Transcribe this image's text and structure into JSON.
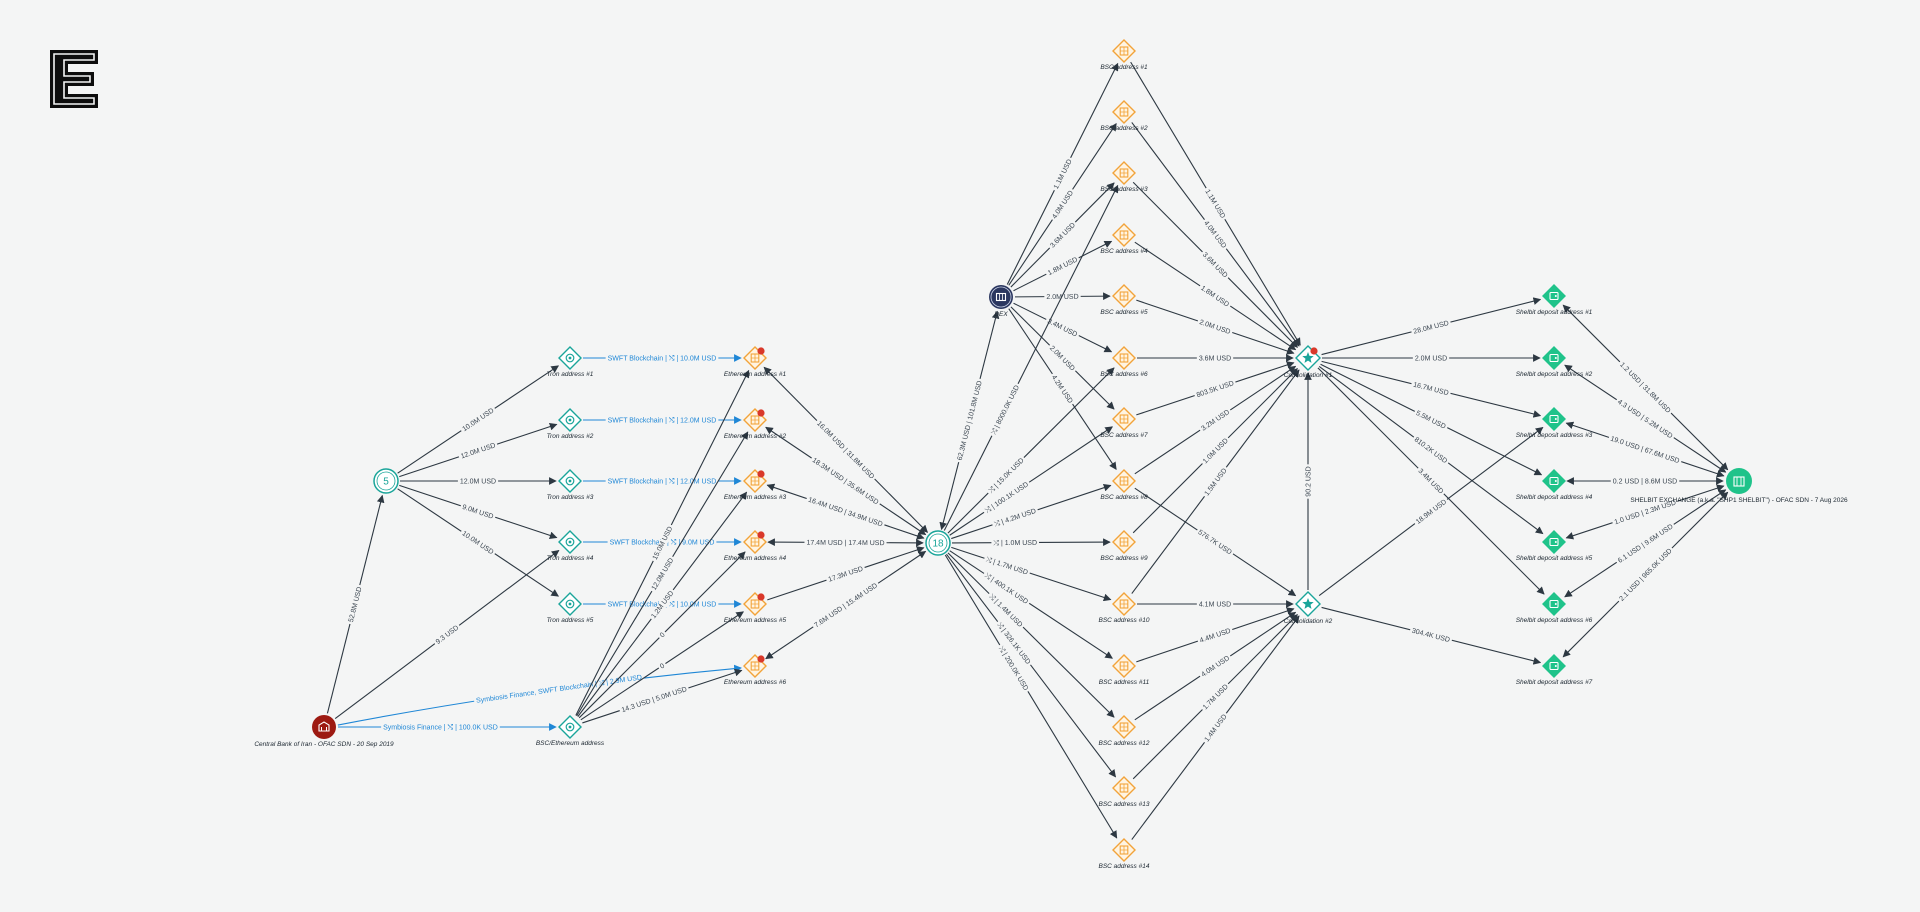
{
  "colors": {
    "edge": "#2d3842",
    "edge_blue": "#1f87d6",
    "orange": "#f2a33a",
    "orange_fill": "#fff4e2",
    "teal": "#1aa59a",
    "green": "#1fc38a",
    "navy": "#2b3760",
    "dark_red": "#9d1a12",
    "red_dot": "#d9382a"
  },
  "nodes": {
    "cbi": {
      "label": "Central Bank of Iran - OFAC SDN - 20 Sep 2019",
      "icon": "bank-icon"
    },
    "hub5": {
      "label": "",
      "count": "5",
      "icon": "cluster-icon"
    },
    "tron1": {
      "label": "Tron address #1",
      "icon": "tron-icon"
    },
    "tron2": {
      "label": "Tron address #2",
      "icon": "tron-icon"
    },
    "tron3": {
      "label": "Tron address #3",
      "icon": "tron-icon"
    },
    "tron4": {
      "label": "Tron address #4",
      "icon": "tron-icon"
    },
    "tron5": {
      "label": "Tron address #5",
      "icon": "tron-icon"
    },
    "bscEth": {
      "label": "BSC/Ethereum address",
      "icon": "bsc-eth-icon"
    },
    "eth1": {
      "label": "Ethereum address #1",
      "icon": "ethereum-icon"
    },
    "eth2": {
      "label": "Ethereum address #2",
      "icon": "ethereum-icon"
    },
    "eth3": {
      "label": "Ethereum address #3",
      "icon": "ethereum-icon"
    },
    "eth4": {
      "label": "Ethereum address #4",
      "icon": "ethereum-icon"
    },
    "eth5": {
      "label": "Ethereum address #5",
      "icon": "ethereum-icon"
    },
    "eth6": {
      "label": "Ethereum address #6",
      "icon": "ethereum-icon"
    },
    "hub18": {
      "label": "",
      "count": "18",
      "icon": "cluster-icon"
    },
    "dex": {
      "label": "DEX",
      "icon": "dex-icon"
    },
    "bsc1": {
      "label": "BSC address #1",
      "icon": "bsc-icon"
    },
    "bsc2": {
      "label": "BSC address #2",
      "icon": "bsc-icon"
    },
    "bsc3": {
      "label": "BSC address #3",
      "icon": "bsc-icon"
    },
    "bsc4": {
      "label": "BSC address #4",
      "icon": "bsc-icon"
    },
    "bsc5": {
      "label": "BSC address #5",
      "icon": "bsc-icon"
    },
    "bsc6": {
      "label": "BSC address #6",
      "icon": "bsc-icon"
    },
    "bsc7": {
      "label": "BSC address #7",
      "icon": "bsc-icon"
    },
    "bsc8": {
      "label": "BSC address #8",
      "icon": "bsc-icon"
    },
    "bsc9": {
      "label": "BSC address #9",
      "icon": "bsc-icon"
    },
    "bsc10": {
      "label": "BSC address #10",
      "icon": "bsc-icon"
    },
    "bsc11": {
      "label": "BSC address #11",
      "icon": "bsc-icon"
    },
    "bsc12": {
      "label": "BSC address #12",
      "icon": "bsc-icon"
    },
    "bsc13": {
      "label": "BSC address #13",
      "icon": "bsc-icon"
    },
    "bsc14": {
      "label": "BSC address #14",
      "icon": "bsc-icon"
    },
    "cons1": {
      "label": "Consolidation #1",
      "icon": "star-icon"
    },
    "cons2": {
      "label": "Consolidation #2",
      "icon": "star-icon"
    },
    "sd1": {
      "label": "Shelbit deposit address #1",
      "icon": "wallet-icon"
    },
    "sd2": {
      "label": "Shelbit deposit address #2",
      "icon": "wallet-icon"
    },
    "sd3": {
      "label": "Shelbit deposit address #3",
      "icon": "wallet-icon"
    },
    "sd4": {
      "label": "Shelbit deposit address #4",
      "icon": "wallet-icon"
    },
    "sd5": {
      "label": "Shelbit deposit address #5",
      "icon": "wallet-icon"
    },
    "sd6": {
      "label": "Shelbit deposit address #6",
      "icon": "wallet-icon"
    },
    "sd7": {
      "label": "Shelbit deposit address #7",
      "icon": "wallet-icon"
    },
    "shelbit": {
      "label": "SHELBIT EXCHANGE (a.k.a. \"SHP1 SHELBIT\") - OFAC SDN - 7 Aug 2026",
      "icon": "exchange-icon"
    }
  },
  "edges": [
    {
      "id": "cbi-hub5",
      "label": "52.8M USD"
    },
    {
      "id": "cbi-tron4",
      "label": "9.3 USD"
    },
    {
      "id": "cbi-bscEth",
      "label": "Symbiosis Finance  |  ⤭  |  100.0K USD"
    },
    {
      "id": "cbi-eth6",
      "label": "Symbiosis Finance, SWFT Blockchain  |  ⤭  |  2.9M USD"
    },
    {
      "id": "hub5-tron1",
      "label": "10.0M USD"
    },
    {
      "id": "hub5-tron2",
      "label": "12.0M USD"
    },
    {
      "id": "hub5-tron3",
      "label": "12.0M USD"
    },
    {
      "id": "hub5-tron4",
      "label": "9.0M USD"
    },
    {
      "id": "hub5-tron5",
      "label": "10.0M USD"
    },
    {
      "id": "tron1-eth1",
      "label": "SWFT Blockchain  |  ⤭  |  10.0M USD"
    },
    {
      "id": "tron2-eth2",
      "label": "SWFT Blockchain  |  ⤭  |  12.0M USD"
    },
    {
      "id": "tron3-eth3",
      "label": "SWFT Blockchain  |  ⤭  |  12.0M USD"
    },
    {
      "id": "tron4-eth4",
      "label": "SWFT Blockchain  |  ⤭  |  9.0M USD"
    },
    {
      "id": "tron5-eth5",
      "label": "SWFT Blockchain  |  ⤭  |  10.0M USD"
    },
    {
      "id": "bscEth-eth1",
      "label": "15.0M USD"
    },
    {
      "id": "bscEth-eth2",
      "label": "12.0M USD"
    },
    {
      "id": "bscEth-eth3",
      "label": "1.2M USD"
    },
    {
      "id": "bscEth-eth4",
      "label": "0"
    },
    {
      "id": "bscEth-eth5",
      "label": "0"
    },
    {
      "id": "bscEth-eth6",
      "label": "14.3 USD  |  5.0M USD"
    },
    {
      "id": "eth1-hub18",
      "label": "16.0M USD  |  31.8M USD"
    },
    {
      "id": "eth2-hub18",
      "label": "18.3M USD  |  35.6M USD"
    },
    {
      "id": "eth3-hub18",
      "label": "16.4M USD  |  34.9M USD"
    },
    {
      "id": "eth4-hub18",
      "label": "17.4M USD  |  17.4M USD"
    },
    {
      "id": "eth5-hub18",
      "label": "17.3M USD"
    },
    {
      "id": "eth6-hub18",
      "label": "7.6M USD  |  15.4M USD"
    },
    {
      "id": "hub18-dex",
      "label": "62.3M USD  |  101.8M USD"
    },
    {
      "id": "dex-bsc1",
      "label": "1.1M USD"
    },
    {
      "id": "dex-bsc2",
      "label": "4.0M USD"
    },
    {
      "id": "dex-bsc3",
      "label": "3.6M USD"
    },
    {
      "id": "dex-bsc4",
      "label": "1.8M USD"
    },
    {
      "id": "dex-bsc5",
      "label": "2.0M USD"
    },
    {
      "id": "dex-bsc6",
      "label": "3.4M USD"
    },
    {
      "id": "dex-bsc7",
      "label": "2.0M USD"
    },
    {
      "id": "dex-bsc8",
      "label": "4.2M USD"
    },
    {
      "id": "hub18-bsc3",
      "label": "⤭  |  8000.0K USD"
    },
    {
      "id": "hub18-bsc6",
      "label": "⤭  |  15.0K USD"
    },
    {
      "id": "hub18-bsc7",
      "label": "⤭  |  100.1K USD"
    },
    {
      "id": "hub18-bsc8",
      "label": "⤭  |  4.2M USD"
    },
    {
      "id": "hub18-bsc9",
      "label": "⤭  |  1.0M USD"
    },
    {
      "id": "hub18-bsc10",
      "label": "⤭  |  1.7M USD"
    },
    {
      "id": "hub18-bsc11",
      "label": "⤭  |  400.1K USD"
    },
    {
      "id": "hub18-bsc12",
      "label": "⤭  |  1.4M USD"
    },
    {
      "id": "hub18-bsc13",
      "label": "⤭  |  326.1K USD"
    },
    {
      "id": "hub18-bsc14",
      "label": "⤭  |  200.0K USD"
    },
    {
      "id": "bsc1-cons1",
      "label": "1.1M USD"
    },
    {
      "id": "bsc2-cons1",
      "label": "4.0M USD"
    },
    {
      "id": "bsc3-cons1",
      "label": "3.6M USD"
    },
    {
      "id": "bsc4-cons1",
      "label": "1.8M USD"
    },
    {
      "id": "bsc5-cons1",
      "label": "2.0M USD"
    },
    {
      "id": "bsc6-cons1",
      "label": "3.6M USD"
    },
    {
      "id": "bsc7-cons1",
      "label": "803.5K USD"
    },
    {
      "id": "bsc8-cons1",
      "label": "3.2M USD"
    },
    {
      "id": "bsc9-cons1",
      "label": "1.0M USD"
    },
    {
      "id": "bsc10-cons1",
      "label": "1.5M USD"
    },
    {
      "id": "bsc8-cons2",
      "label": "576.7K USD"
    },
    {
      "id": "bsc10-cons2",
      "label": "4.1M USD"
    },
    {
      "id": "bsc11-cons2",
      "label": "4.4M USD"
    },
    {
      "id": "bsc12-cons2",
      "label": "4.0M USD"
    },
    {
      "id": "bsc13-cons2",
      "label": "1.7M USD"
    },
    {
      "id": "bsc14-cons2",
      "label": "1.4M USD"
    },
    {
      "id": "cons2-cons1",
      "label": "90.2 USD"
    },
    {
      "id": "cons1-sd1",
      "label": "28.0M USD"
    },
    {
      "id": "cons1-sd2",
      "label": "2.0M USD"
    },
    {
      "id": "cons1-sd3",
      "label": "16.7M USD"
    },
    {
      "id": "cons1-sd4",
      "label": "5.5M USD"
    },
    {
      "id": "cons1-sd5",
      "label": "810.2K USD"
    },
    {
      "id": "cons1-sd6",
      "label": "3.4M USD"
    },
    {
      "id": "cons2-sd3",
      "label": "18.9M USD"
    },
    {
      "id": "cons2-sd7",
      "label": "304.4K USD"
    },
    {
      "id": "sd1-shelbit",
      "label": "1.2 USD  |  31.8M USD"
    },
    {
      "id": "sd2-shelbit",
      "label": "4.3 USD  |  5.2M USD"
    },
    {
      "id": "sd3-shelbit",
      "label": "19.0 USD  |  67.6M USD"
    },
    {
      "id": "sd4-shelbit",
      "label": "0.2 USD  |  8.6M USD"
    },
    {
      "id": "sd5-shelbit",
      "label": "1.0 USD  |  2.3M USD"
    },
    {
      "id": "sd6-shelbit",
      "label": "6.1 USD  |  9.6M USD"
    },
    {
      "id": "sd7-shelbit",
      "label": "2.1 USD  |  965.0K USD"
    }
  ]
}
